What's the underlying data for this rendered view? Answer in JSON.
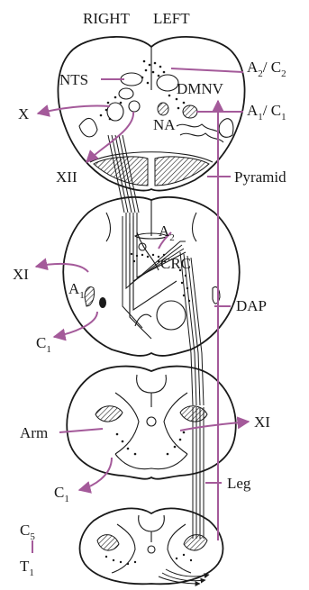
{
  "header": {
    "right": "RIGHT",
    "left": "LEFT"
  },
  "labels": {
    "nts": "NTS",
    "a2c2": {
      "a": "A",
      "a_sub": "2",
      "sep": "/ C",
      "c_sub": "2"
    },
    "dmnv": "DMNV",
    "x": "X",
    "na": "NA",
    "a1c1": {
      "a": "A",
      "a_sub": "1",
      "sep": "/ C",
      "c_sub": "1"
    },
    "xii": "XII",
    "pyramid": "Pyramid",
    "a2_mid": {
      "a": "A",
      "sub": "2"
    },
    "crc": "CRC",
    "xi_left": "XI",
    "a1_mid": {
      "a": "A",
      "sub": "1"
    },
    "dap": "DAP",
    "c1_mid": {
      "c": "C",
      "sub": "1"
    },
    "arm": "Arm",
    "xi_right": "XI",
    "c1_low": {
      "c": "C",
      "sub": "1"
    },
    "leg": "Leg",
    "c5": {
      "c": "C",
      "sub": "5"
    },
    "t1": {
      "t": "T",
      "sub": "1"
    }
  },
  "colors": {
    "ink": "#1a1a1a",
    "leader": "#a45a9a",
    "background": "#ffffff"
  }
}
